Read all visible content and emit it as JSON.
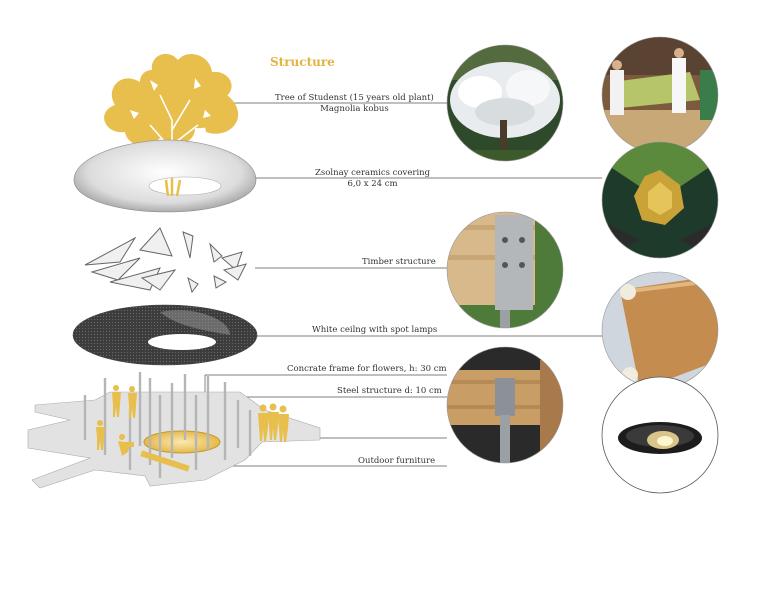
{
  "title": "Structure",
  "labels": {
    "tree_line1": "Tree of Studenst (15 years old plant)",
    "tree_line2": "Magnolia kobus",
    "ceramics_line1": "Zsolnay ceramics covering",
    "ceramics_line2": "6,0 x 24 cm",
    "timber": "Timber structure",
    "ceiling": "White ceilng with spot lamps",
    "concrete": "Concrate frame for flowers, h: 30 cm",
    "steel": "Steel structure d: 10 cm",
    "furniture": "Outdoor furniture"
  },
  "colors": {
    "accent": "#e2b440",
    "ink": "#333333"
  },
  "icons": {
    "tree": "tree-icon",
    "people": "person-icon"
  }
}
